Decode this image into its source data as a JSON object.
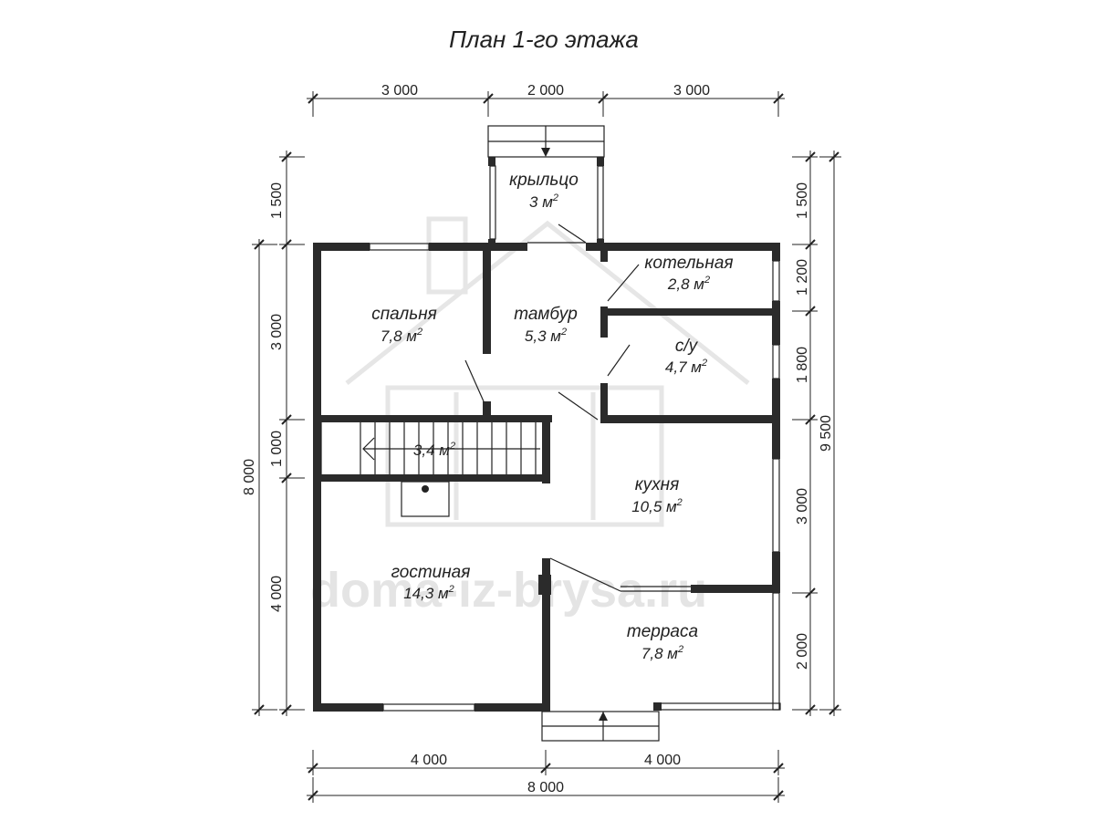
{
  "title": "План 1-го этажа",
  "watermark": "doma-iz-brysa.ru",
  "dimensions": {
    "top": [
      "3 000",
      "2 000",
      "3 000"
    ],
    "bottom": [
      "4 000",
      "4 000"
    ],
    "bottom_total": "8 000",
    "left_inner": [
      "1 500",
      "3 000",
      "1 000",
      "4 000"
    ],
    "left_total": "8 000",
    "right_inner": [
      "1 500",
      "1 200",
      "1 800",
      "3 000",
      "2 000"
    ],
    "right_total": "9 500"
  },
  "rooms": {
    "porch": {
      "name": "крыльцо",
      "area": "3 м"
    },
    "vestibule": {
      "name": "тамбур",
      "area": "5,3 м"
    },
    "bedroom": {
      "name": "спальня",
      "area": "7,8 м"
    },
    "boiler": {
      "name": "котельная",
      "area": "2,8 м"
    },
    "bathroom": {
      "name": "с/у",
      "area": "4,7 м"
    },
    "stairs": {
      "name": "",
      "area": "3,4 м"
    },
    "kitchen": {
      "name": "кухня",
      "area": "10,5 м"
    },
    "living": {
      "name": "гостиная",
      "area": "14,3 м"
    },
    "terrace": {
      "name": "терраса",
      "area": "7,8 м"
    }
  },
  "area_unit_sup": "2",
  "colors": {
    "wall": "#2b2b2b",
    "line": "#222222",
    "watermark": "#e4e4e4"
  }
}
